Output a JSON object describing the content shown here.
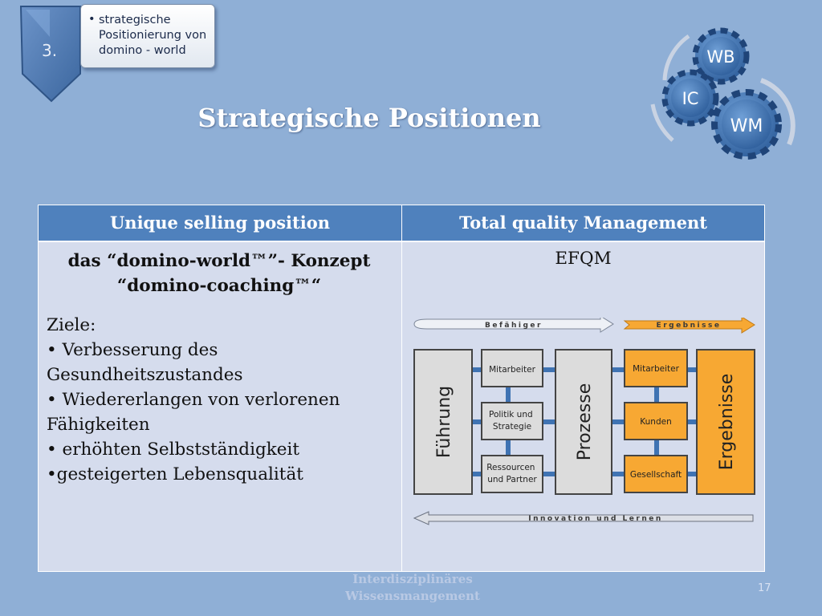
{
  "step": {
    "number": "3.",
    "card_lines": "strategische\nPositionierung von\ndomino - world",
    "bullet": "•"
  },
  "title": "Strategische Positionen",
  "gears": {
    "labels": [
      "WB",
      "IC",
      "WM"
    ]
  },
  "table": {
    "headers": [
      "Unique selling position",
      "Total quality Management"
    ],
    "usp_title": "das “domino-world™”- Konzept",
    "usp_subtitle": "“domino-coaching™“",
    "goals_label": "Ziele:",
    "goals": [
      "• Verbesserung des Gesundheitszustandes",
      "• Wiedererlangen von verlorenen Fähigkeiten",
      "• erhöhten Selbstständigkeit",
      "•gesteigerten Lebensqualität"
    ],
    "tqm_title": "EFQM"
  },
  "efqm": {
    "enablers_label": "Befähiger",
    "results_label": "Ergebnisse",
    "innovation_label": "Innovation und Lernen",
    "leadership": "Führung",
    "people": "Mitarbeiter",
    "policy": "Politik und\nStrategie",
    "resources": "Ressourcen\nund Partner",
    "processes": "Prozesse",
    "people_results": "Mitarbeiter",
    "customer_results": "Kunden",
    "society_results": "Gesellschaft",
    "key_results": "Ergebnisse"
  },
  "footer": {
    "line1": "Interdisziplinäres",
    "line2": "Wissensmangement"
  },
  "page_number": "17",
  "colors": {
    "background": "#8fafd6",
    "header": "#4f81bd",
    "results_orange": "#f7a833",
    "box_grey": "#dcdcdc"
  }
}
